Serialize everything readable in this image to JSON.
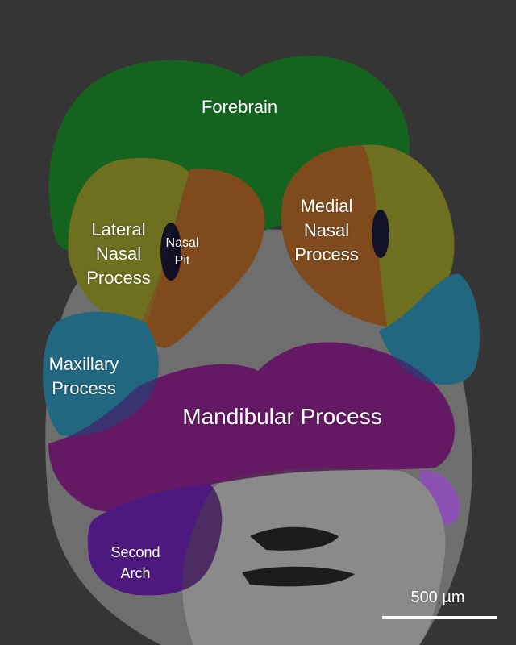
{
  "image": {
    "labels": {
      "forebrain": "Forebrain",
      "lateral_nasal_process": [
        "Lateral",
        "Nasal",
        "Process"
      ],
      "nasal_pit": [
        "Nasal",
        "Pit"
      ],
      "medial_nasal_process": [
        "Medial",
        "Nasal",
        "Process"
      ],
      "maxillary_process": [
        "Maxillary",
        "Process"
      ],
      "mandibular_process": "Mandibular Process",
      "second_arch": [
        "Second",
        "Arch"
      ]
    },
    "scale_bar_label": "500 µm",
    "colors": {
      "background": "#2a2a2a",
      "embryo_gray": "#6e6e6e",
      "forebrain": "#46a05a",
      "lateral_nasal": "#a8a85a",
      "medial_nasal": "#b48a55",
      "nasal_pit": "#1a1a6e",
      "maxillary": "#5aa2b4",
      "mandibular": "#a050a0",
      "second_arch": "#8c50b4",
      "cut_surface": "#8a8a8a",
      "label_text": "#ffffff"
    }
  }
}
